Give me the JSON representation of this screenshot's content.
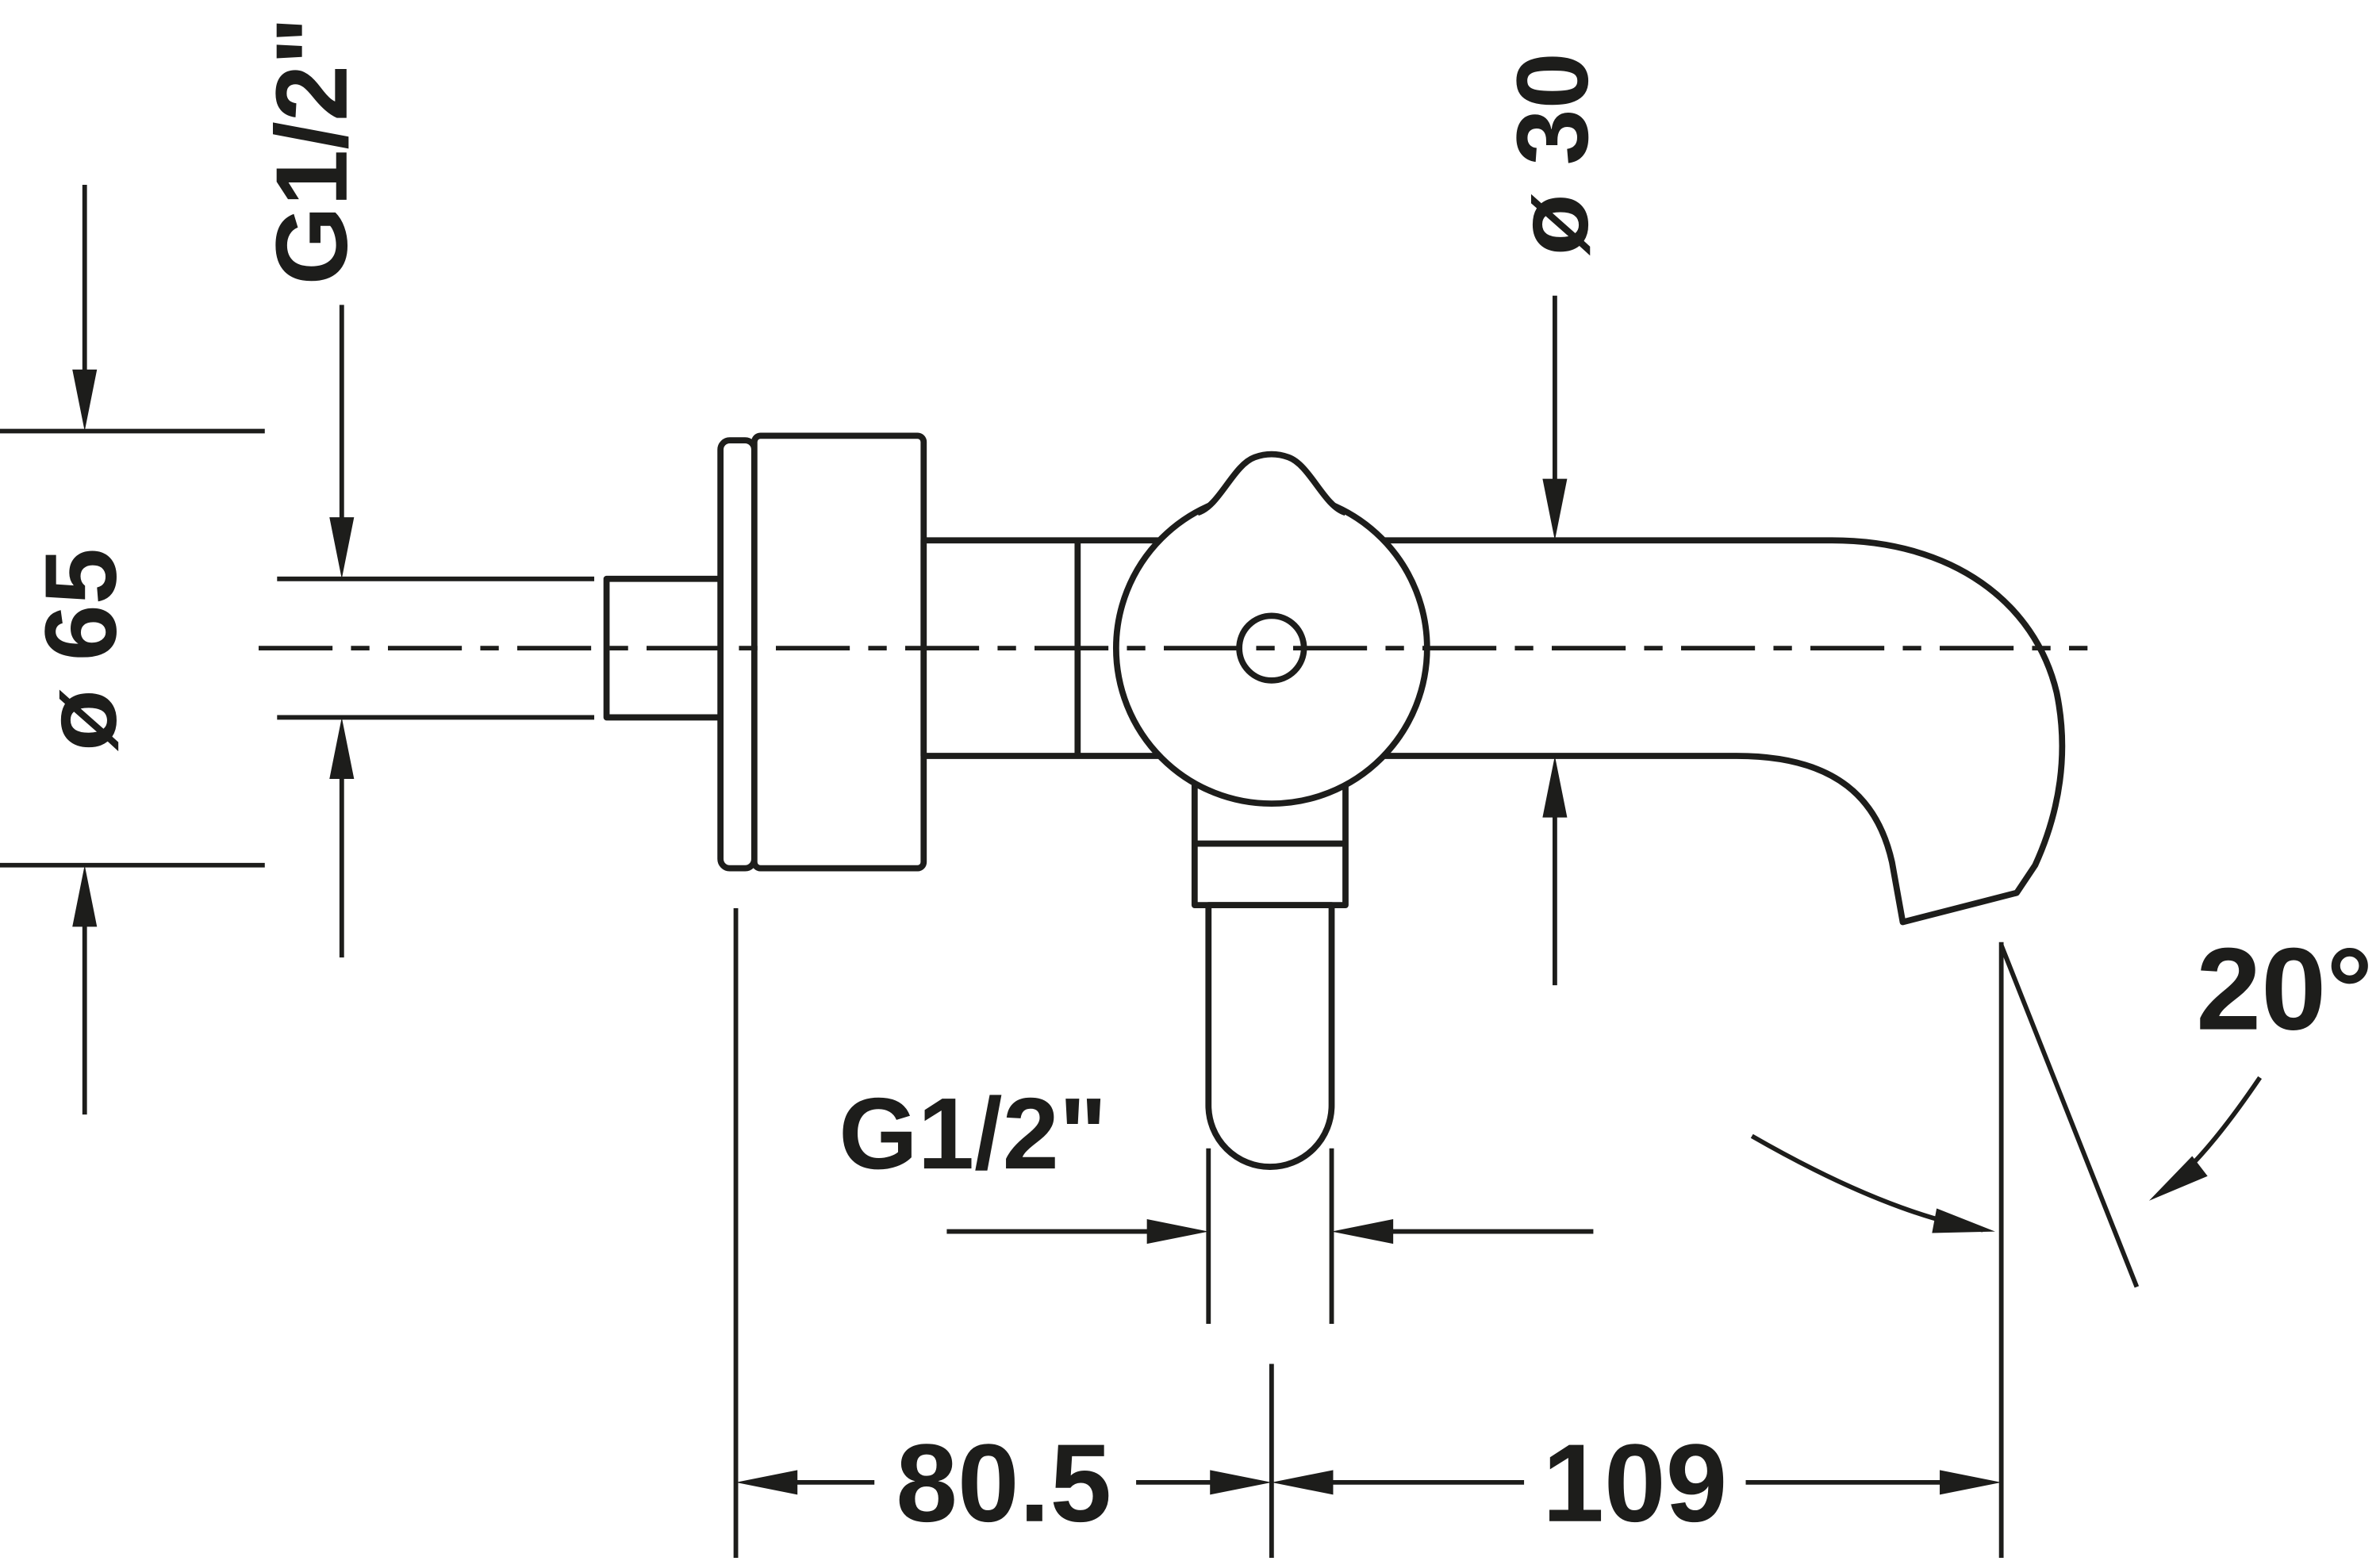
{
  "diagram": {
    "type": "technical-dimension-drawing",
    "subject": "wall-mounted bath spout side view",
    "labels": {
      "thread_top": "G1/2\"",
      "flange_diameter": "ø 65",
      "spout_diameter": "ø 30",
      "thread_bottom": "G1/2\"",
      "angle": "20°",
      "dim_left": "80.5",
      "dim_right": "109"
    },
    "colors": {
      "line": "#1d1d1b",
      "background": "#ffffff"
    }
  }
}
